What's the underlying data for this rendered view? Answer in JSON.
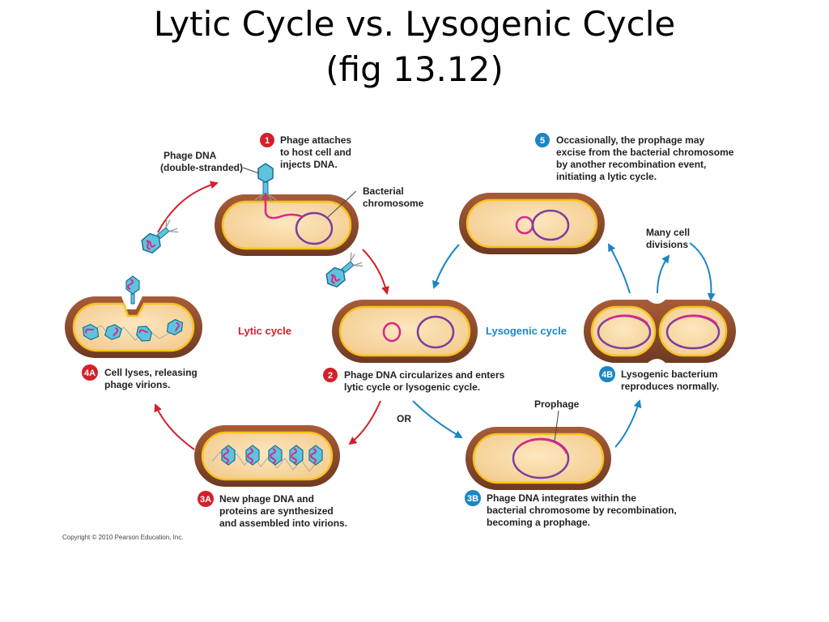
{
  "title": {
    "line1": "Lytic Cycle vs. Lysogenic Cycle",
    "line2": "(fig 13.12)"
  },
  "colors": {
    "lytic": "#d4202a",
    "lysogenic": "#1a86c4",
    "cell_wall": "#8a4a2c",
    "cell_fill": "#f7d7a0",
    "phage_dna": "#d6288a",
    "bacterial_chromosome": "#7a3ea0"
  },
  "cycles": {
    "lytic_label": "Lytic cycle",
    "lysogenic_label": "Lysogenic cycle",
    "or_label": "OR"
  },
  "labels": {
    "phage_dna": [
      "Phage DNA",
      "(double-stranded)"
    ],
    "bacterial_chromosome": [
      "Bacterial",
      "chromosome"
    ],
    "prophage": "Prophage",
    "many_cell_divisions": [
      "Many cell",
      "divisions"
    ]
  },
  "steps": {
    "s1": {
      "num": "1",
      "lines": [
        "Phage attaches",
        "to host cell and",
        "injects DNA."
      ]
    },
    "s2": {
      "num": "2",
      "lines": [
        "Phage DNA circularizes and enters",
        "lytic cycle or lysogenic cycle."
      ]
    },
    "s3a": {
      "num": "3A",
      "lines": [
        "New phage DNA and",
        "proteins are synthesized",
        "and assembled into virions."
      ]
    },
    "s4a": {
      "num": "4A",
      "lines": [
        "Cell lyses, releasing",
        "phage virions."
      ]
    },
    "s3b": {
      "num": "3B",
      "lines": [
        "Phage DNA integrates within the",
        "bacterial chromosome by recombination,",
        "becoming a prophage."
      ]
    },
    "s4b": {
      "num": "4B",
      "lines": [
        "Lysogenic bacterium",
        "reproduces normally."
      ]
    },
    "s5": {
      "num": "5",
      "lines": [
        "Occasionally, the prophage may",
        "excise from the bacterial chromosome",
        "by another recombination event,",
        "initiating a lytic cycle."
      ]
    }
  },
  "copyright": "Copyright © 2010 Pearson Education, Inc."
}
